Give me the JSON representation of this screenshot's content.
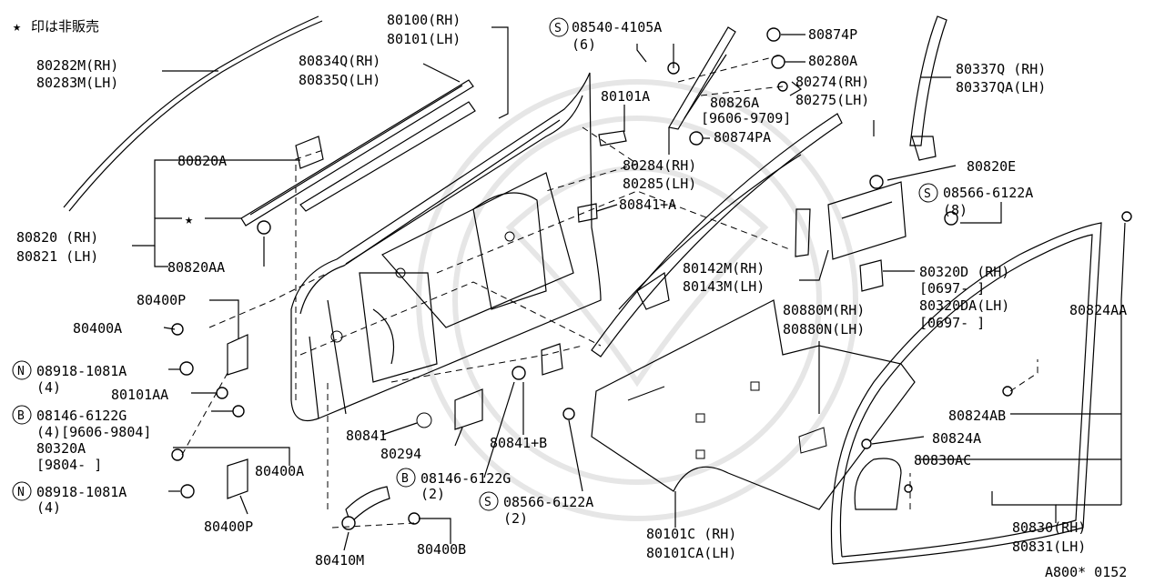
{
  "header": {
    "star": "★",
    "note": "印は非販売"
  },
  "labels": {
    "l80282m": "80282M(RH)",
    "l80283m": "80283M(LH)",
    "l80100": "80100(RH)",
    "l80101": "80101(LH)",
    "l08540": "08540-4105A",
    "l08540q": "(6)",
    "l80874p": "80874P",
    "l80280a": "80280A",
    "l80337q": "80337Q (RH)",
    "l80337qa": "80337QA(LH)",
    "l80834q": "80834Q(RH)",
    "l80835q": "80835Q(LH)",
    "l80101a": "80101A",
    "l80826a": "80826A",
    "l80274": "80274(RH)",
    "l80275": "80275(LH)",
    "l9606": "[9606-9709]",
    "l80874pa": "80874PA",
    "l80820a": "80820A",
    "l80284": "80284(RH)",
    "l80285": "80285(LH)",
    "l80820e": "80820E",
    "l08566top": "08566-6122A",
    "l08566topq": "(8)",
    "l80841a": "80841+A",
    "star2": "★",
    "l80820": "80820 (RH)",
    "l80821": "80821 (LH)",
    "l80820aa": "80820AA",
    "l80142m": "80142M(RH)",
    "l80143m": "80143M(LH)",
    "l80320d": "80320D (RH)",
    "l0697a": "[0697-     ]",
    "l80320da": "80320DA(LH)",
    "l0697b": "[0697-     ]",
    "l80824aa": "80824AA",
    "l80400p_top": "80400P",
    "l80400a_top": "80400A",
    "l08918_top": "08918-1081A",
    "l08918_topq": "(4)",
    "l80101aa": "80101AA",
    "l80880m": "80880M(RH)",
    "l80880n": "80880N(LH)",
    "l08146_top": "08146-6122G",
    "l08146_topq": "(4)[9606-9804]",
    "l80320a": "80320A",
    "l9804": "[9804-     ]",
    "l80841": "80841",
    "l80294": "80294",
    "l80841b": "80841+B",
    "l80824ab": "80824AB",
    "l80824a": "80824A",
    "l80830ac": "80830AC",
    "l80400a_bot": "80400A",
    "l08918_bot": "08918-1081A",
    "l08918_botq": "(4)",
    "l08146_bot": "08146-6122G",
    "l08146_botq": "(2)",
    "l08566_bot": "08566-6122A",
    "l08566_botq": "(2)",
    "l80400p_bot": "80400P",
    "l80410m": "80410M",
    "l80400b": "80400B",
    "l80101c": "80101C (RH)",
    "l80101ca": "80101CA(LH)",
    "l80830": "80830(RH)",
    "l80831": "80831(LH)",
    "code": "A800* 0152"
  },
  "markers": {
    "s": "S",
    "n": "N",
    "b": "B"
  }
}
